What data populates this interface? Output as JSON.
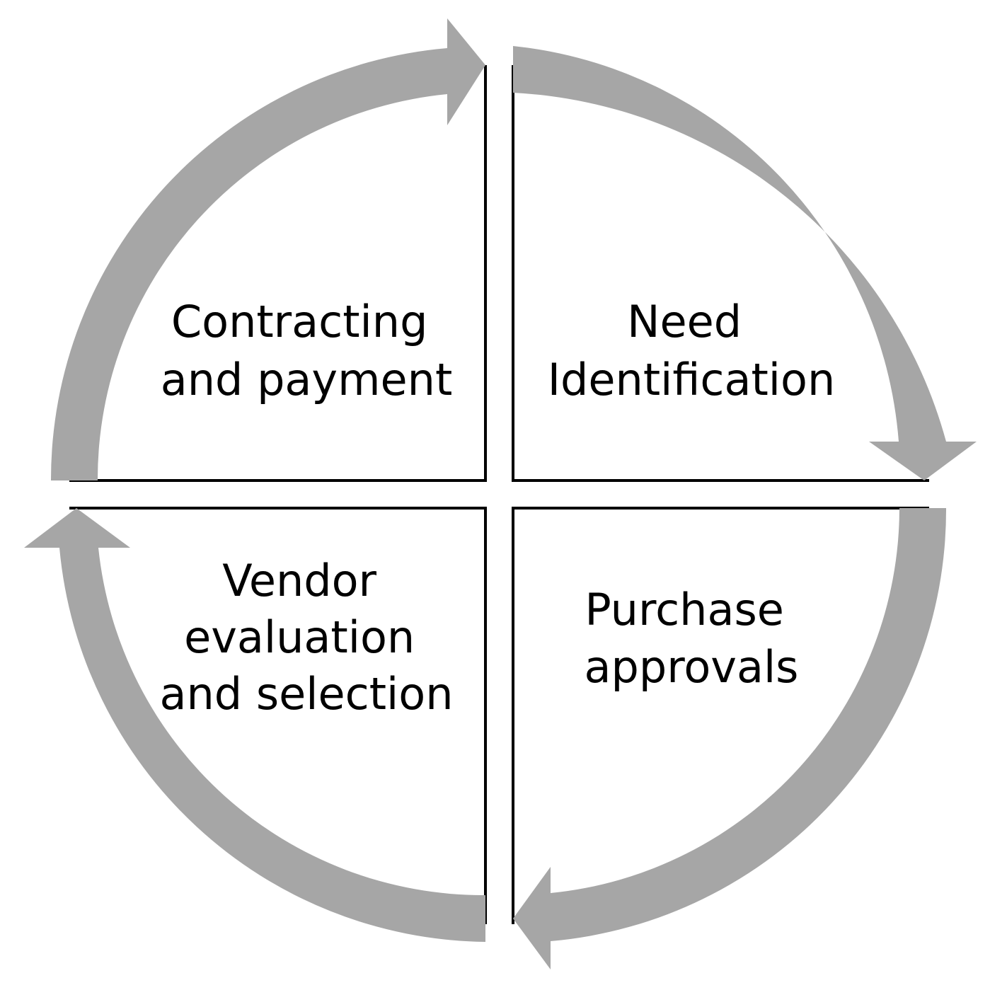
{
  "diagram": {
    "colors": {
      "arrow": "#a6a6a6",
      "outline": "#000000",
      "background": "#ffffff",
      "text": "#000000"
    },
    "stages": [
      {
        "id": "need",
        "lines": [
          "Need",
          "Identification"
        ]
      },
      {
        "id": "approvals",
        "lines": [
          "Purchase",
          "approvals"
        ]
      },
      {
        "id": "vendor",
        "lines": [
          "Vendor",
          "evaluation",
          "and selection"
        ]
      },
      {
        "id": "contracting",
        "lines": [
          "Contracting",
          "and payment"
        ]
      }
    ]
  }
}
